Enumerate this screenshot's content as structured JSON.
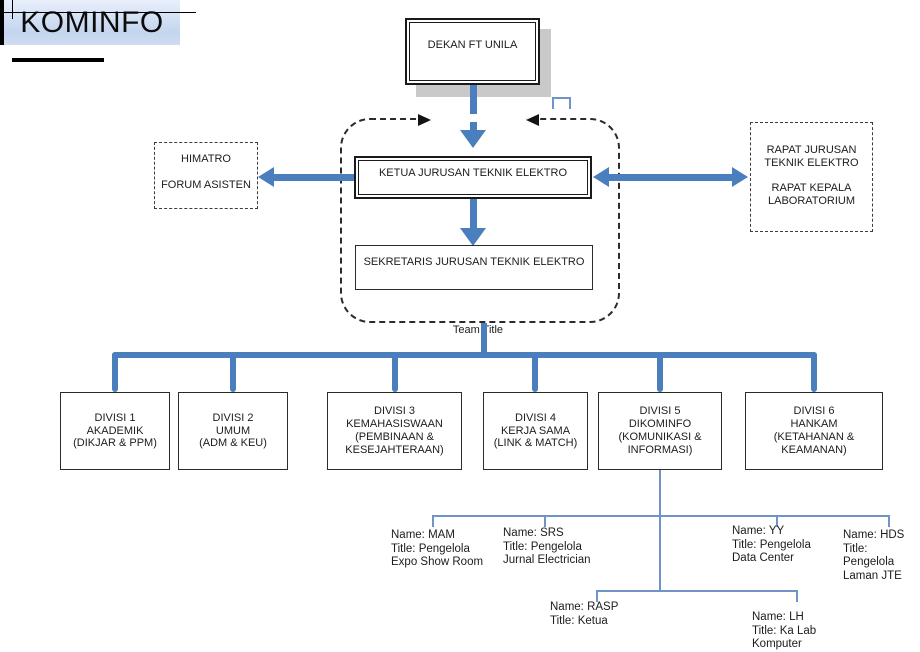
{
  "title": "KOMINFO",
  "diagram": {
    "team_title": "Team Title",
    "nodes": {
      "dekan": "DEKAN FT UNILA",
      "ketua": "KETUA JURUSAN TEKNIK ELEKTRO",
      "sekretaris": "SEKRETARIS JURUSAN TEKNIK ELEKTRO",
      "himatro": "HIMATRO\n\nFORUM ASISTEN",
      "rapat": "RAPAT JURUSAN\nTEKNIK ELEKTRO\n\nRAPAT KEPALA\nLABORATORIUM"
    },
    "divisions": [
      {
        "label": "DIVISI 1\nAKADEMIK\n(DIKJAR & PPM)"
      },
      {
        "label": "DIVISI 2\nUMUM\n(ADM & KEU)"
      },
      {
        "label": "DIVISI 3\nKEMAHASISWAAN\n(PEMBINAAN &\nKESEJAHTERAAN)"
      },
      {
        "label": "DIVISI 4\nKERJA SAMA\n(LINK & MATCH)"
      },
      {
        "label": "DIVISI 5\nDIKOMINFO\n(KOMUNIKASI &\nINFORMASI)"
      },
      {
        "label": "DIVISI 6\nHANKAM\n(KETAHANAN &\nKEAMANAN)"
      }
    ],
    "members": [
      {
        "name": "MAM",
        "label": "Name: MAM\nTitle: Pengelola\nExpo Show Room"
      },
      {
        "name": "SRS",
        "label": "Name: SRS\nTitle: Pengelola\nJurnal Electrician"
      },
      {
        "name": "YY",
        "label": "Name: YY\nTitle: Pengelola\nData Center"
      },
      {
        "name": "HDS",
        "label": "Name: HDS\nTitle: Pengelola\nLaman JTE"
      },
      {
        "name": "RASP",
        "label": "Name: RASP\nTitle: Ketua"
      },
      {
        "name": "LH",
        "label": "Name: LH\nTitle: Ka Lab\nKomputer"
      }
    ],
    "colors": {
      "connector_thick": "#4a7ebc",
      "connector_thin": "#7094c8",
      "title_fill_top": "#e9effb",
      "title_fill_bottom": "#c3d5ee",
      "shadow": "#c9c9c9"
    }
  }
}
